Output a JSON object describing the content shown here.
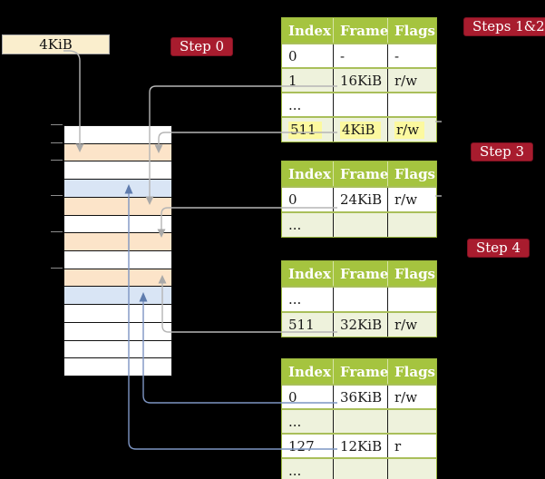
{
  "frame_box": {
    "label": "4KiB"
  },
  "badges": {
    "step0": "Step 0",
    "steps12": "Steps 1&2",
    "step3": "Step 3",
    "step4": "Step 4"
  },
  "physical_memory": {
    "cells": [
      "free",
      "table",
      "free",
      "mapped",
      "table",
      "free",
      "table",
      "free",
      "table",
      "mapped",
      "free",
      "free",
      "free",
      "free"
    ]
  },
  "page_tables": [
    {
      "headers": [
        "Index",
        "Frame",
        "Flags"
      ],
      "rows": [
        {
          "cells": [
            "0",
            "-",
            "-"
          ],
          "shaded": false,
          "highlighted": false
        },
        {
          "cells": [
            "1",
            "16KiB",
            "r/w"
          ],
          "shaded": true,
          "highlighted": false
        },
        {
          "cells": [
            "...",
            "",
            ""
          ],
          "shaded": false,
          "highlighted": false
        },
        {
          "cells": [
            "511",
            "4KiB",
            "r/w"
          ],
          "shaded": true,
          "highlighted": true
        }
      ]
    },
    {
      "headers": [
        "Index",
        "Frame",
        "Flags"
      ],
      "rows": [
        {
          "cells": [
            "0",
            "24KiB",
            "r/w"
          ],
          "shaded": false,
          "highlighted": false
        },
        {
          "cells": [
            "...",
            "",
            ""
          ],
          "shaded": true,
          "highlighted": false
        }
      ]
    },
    {
      "headers": [
        "Index",
        "Frame",
        "Flags"
      ],
      "rows": [
        {
          "cells": [
            "...",
            "",
            ""
          ],
          "shaded": false,
          "highlighted": false
        },
        {
          "cells": [
            "511",
            "32KiB",
            "r/w"
          ],
          "shaded": true,
          "highlighted": false
        }
      ]
    },
    {
      "headers": [
        "Index",
        "Frame",
        "Flags"
      ],
      "rows": [
        {
          "cells": [
            "0",
            "36KiB",
            "r/w"
          ],
          "shaded": false,
          "highlighted": false
        },
        {
          "cells": [
            "...",
            "",
            ""
          ],
          "shaded": true,
          "highlighted": false
        },
        {
          "cells": [
            "127",
            "12KiB",
            "r"
          ],
          "shaded": false,
          "highlighted": false
        },
        {
          "cells": [
            "...",
            "",
            ""
          ],
          "shaded": true,
          "highlighted": false
        }
      ]
    }
  ],
  "colors": {
    "header_green": "#a5c43f",
    "row_light_green": "#eef2dc",
    "highlight_yellow": "#fcf99f",
    "memory_table_frame_peach": "#fce4c9",
    "memory_mapped_frame_blue": "#d9e5f5",
    "badge_red": "#a81c2e",
    "frame_box_cream": "#faeecd",
    "connector_gray": "#b5b5b5",
    "connector_blue": "#7d95c3"
  }
}
